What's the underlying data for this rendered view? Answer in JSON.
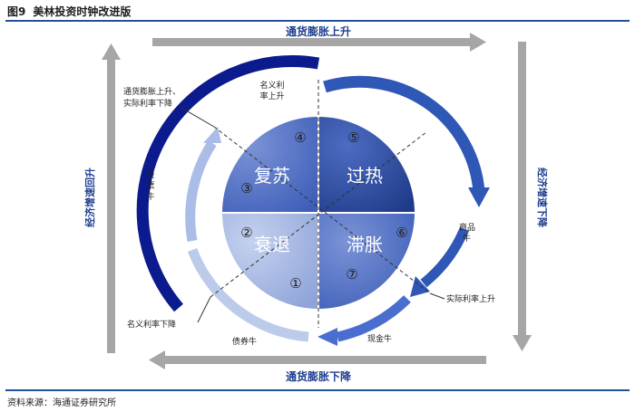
{
  "figure": {
    "number": "图9",
    "title": "美林投资时钟改进版",
    "source": "资料来源：海通证券研究所"
  },
  "axes": {
    "top": "通货膨胀上升",
    "bottom": "通货膨胀下降",
    "left": "经济增速回升",
    "right": "经济增速下降"
  },
  "quadrants": {
    "recovery": "复苏",
    "overheat": "过热",
    "recession": "衰退",
    "stagflation": "滞胀"
  },
  "markers": {
    "m1": "①",
    "m2": "②",
    "m3": "③",
    "m4": "④",
    "m5": "⑤",
    "m6": "⑥",
    "m7": "⑦"
  },
  "annotations": {
    "nominal_up_1": "名义利",
    "nominal_up_2": "率上升",
    "inflation_up_real_down_1": "通货膨胀上升、",
    "inflation_up_real_down_2": "实际利率下降",
    "stock_1": "股",
    "stock_2": "票",
    "stock_3": "牛",
    "commodity_1": "商品",
    "commodity_2": "牛",
    "real_rate_up": "实际利率上升",
    "cash_bull": "现金牛",
    "bond_bull": "债券牛",
    "nominal_down": "名义利率下降"
  },
  "colors": {
    "dark_blue": "#0b1a8c",
    "blue": "#2e57b6",
    "light_blue": "#adc2e6",
    "gray_arrow": "#a6a6a6",
    "quad_dark": "#233f8c",
    "quad_mid": "#4a6ac0",
    "quad_light": "#9eb1de"
  }
}
